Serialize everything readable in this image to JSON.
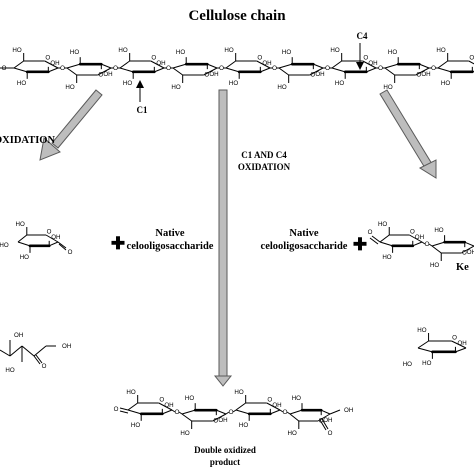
{
  "title": "Cellulose chain",
  "markers": {
    "c1": "C1",
    "c4": "C4"
  },
  "branches": {
    "left": {
      "heading": "OXIDATION",
      "plus": "✚",
      "product_label_line1": "Native",
      "product_label_line2": "celooligosaccharide"
    },
    "middle": {
      "heading_line1": "C1 AND C4",
      "heading_line2": "OXIDATION",
      "product_line1": "Double oxidized",
      "product_line2": "product"
    },
    "right": {
      "plus": "✚",
      "product_label_line1": "Native",
      "product_label_line2": "celooligosaccharide",
      "cut_label": "Ke"
    }
  },
  "atoms": {
    "hydroxyl": "HO",
    "hydroxyl_r": "OH",
    "oxygen": "O"
  },
  "colors": {
    "arrow_fill": "#bdbdbd",
    "arrow_stroke": "#5a5a5a",
    "ink": "#000000"
  }
}
